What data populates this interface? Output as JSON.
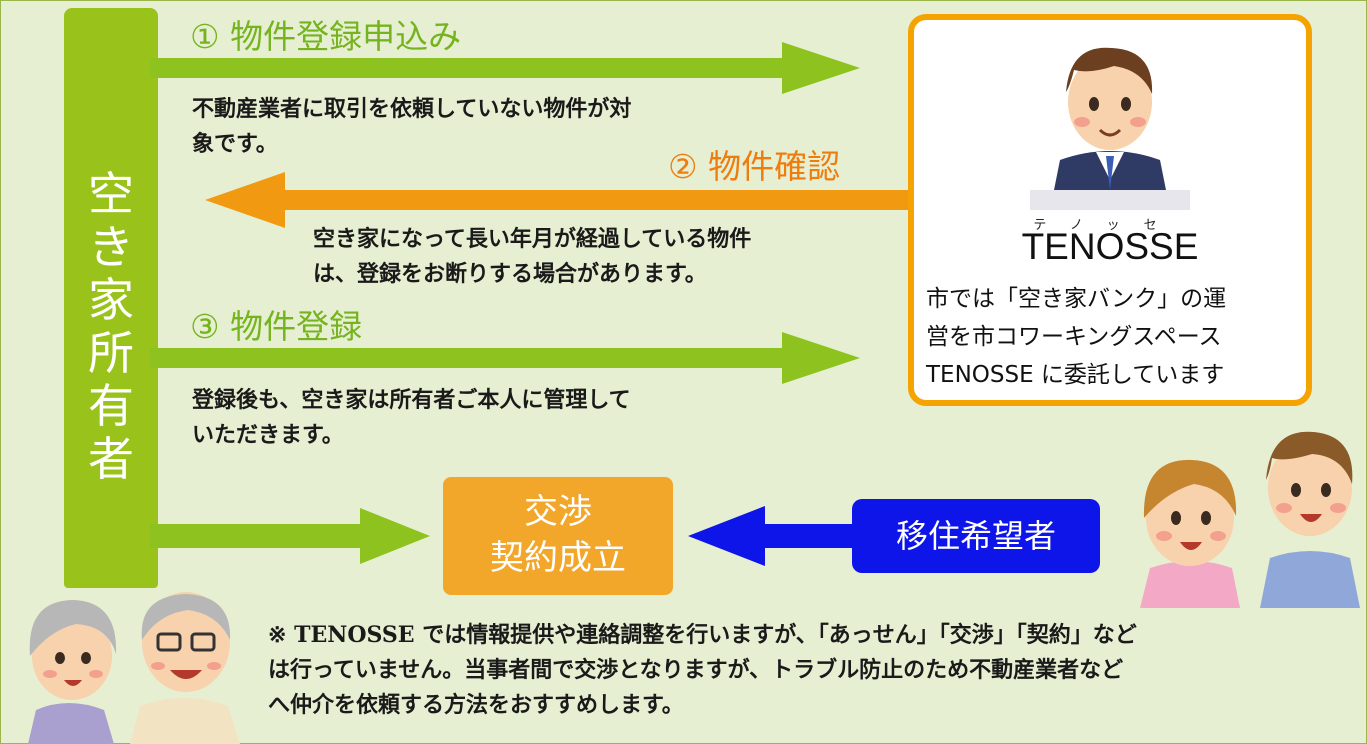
{
  "owner": {
    "label": [
      "空",
      "き",
      "家",
      "所",
      "有",
      "者"
    ]
  },
  "steps": [
    {
      "label": "① 物件登録申込み",
      "description": [
        "不動産業者に取引を依頼していない物件が対",
        "象です。"
      ],
      "color": "#76b41f"
    },
    {
      "label": "② 物件確認",
      "description": [
        "空き家になって長い年月が経過している物件",
        "は、登録をお断りする場合があります。"
      ],
      "color": "#ee7d10"
    },
    {
      "label": "③ 物件登録",
      "description": [
        "登録後も、空き家は所有者ご本人に管理して",
        "いただきます。"
      ],
      "color": "#76b41f"
    }
  ],
  "tenosse": {
    "ruby": "テノッセ",
    "name": "TENOSSE",
    "description": [
      "市では「空き家バンク」の運",
      "営を市コワーキングスペース",
      "TENOSSE に委託しています"
    ],
    "border_color": "#f5a300"
  },
  "deal": {
    "label": [
      "交渉",
      "契約成立"
    ],
    "color": "#f2a72a"
  },
  "mover": {
    "label": "移住希望者",
    "color": "#0d15e8"
  },
  "note": [
    "※ TENOSSE では情報提供や連絡調整を行いますが、「あっせん」「交渉」「契約」など",
    "は行っていません。当事者間で交渉となりますが、トラブル防止のため不動産業者など",
    "へ仲介を依頼する方法をおすすめします。"
  ],
  "colors": {
    "background": "#e7efd2",
    "owner_bar": "#99c31a",
    "green_arrow": "#8dc21f",
    "orange_arrow": "#f19a11",
    "blue_arrow": "#0d15e8"
  }
}
